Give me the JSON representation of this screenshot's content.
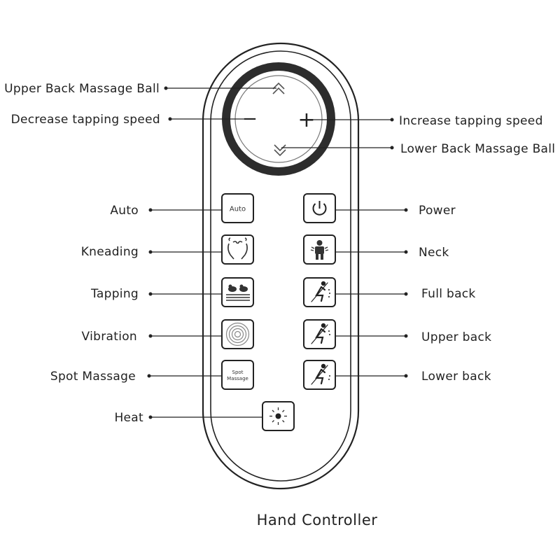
{
  "caption": "Hand Controller",
  "dial": {
    "up_label": "Upper Back Massage Ball",
    "minus_label": "Decrease  tapping speed",
    "plus_label": "Increase tapping speed",
    "down_label": "Lower Back Massage Ball",
    "minus_symbol": "−",
    "plus_symbol": "+"
  },
  "left_buttons": {
    "auto": {
      "label": "Auto",
      "button_text": "Auto"
    },
    "kneading": {
      "label": "Kneading",
      "icon": "kneading-hands-icon"
    },
    "tapping": {
      "label": "Tapping",
      "icon": "tapping-hands-icon"
    },
    "vibration": {
      "label": "Vibration",
      "icon": "vibration-waves-icon"
    },
    "spot": {
      "label": "Spot Massage",
      "button_text_1": "Spot",
      "button_text_2": "Massage"
    }
  },
  "right_buttons": {
    "power": {
      "label": "Power",
      "icon": "power-icon"
    },
    "neck": {
      "label": "Neck",
      "icon": "neck-person-icon"
    },
    "full_back": {
      "label": "Full back",
      "icon": "recline-person-icon"
    },
    "upper_back": {
      "label": "Upper back",
      "icon": "recline-person-icon"
    },
    "lower_back": {
      "label": "Lower back",
      "icon": "recline-person-icon"
    }
  },
  "heat": {
    "label": "Heat",
    "icon": "sun-icon"
  }
}
